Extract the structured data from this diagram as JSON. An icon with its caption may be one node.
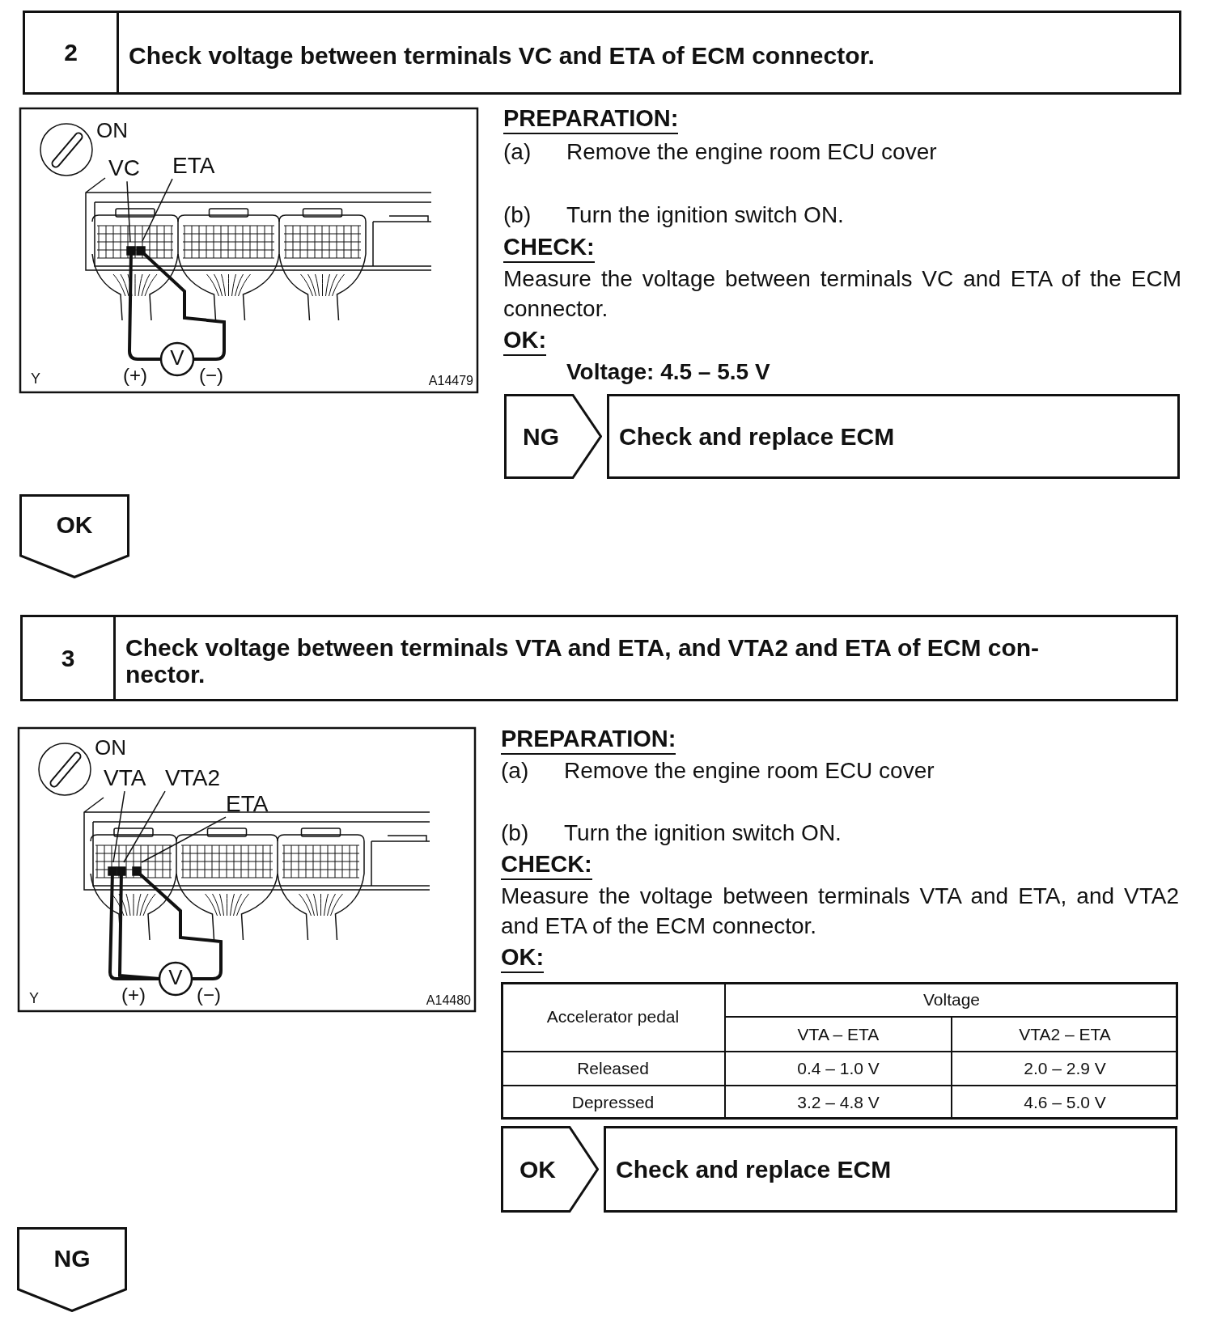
{
  "diagram": {
    "nodes": [
      {
        "text": [
          "2",
          "Check voltage between terminals VC and ETA of ECM connector."
        ]
      },
      {
        "text": [
          "VC"
        ]
      },
      {
        "text": [
          "ETA"
        ]
      },
      {
        "text": [
          "NG"
        ]
      },
      {
        "text": [
          "Check and replace ECM"
        ]
      },
      {
        "text": [
          "OK"
        ]
      },
      {
        "text": [
          "3",
          "Check voltage between terminals VTA and ETA, and VTA2 and ETA of ECM con- nector."
        ]
      },
      {
        "text": [
          "VTA"
        ]
      },
      {
        "text": [
          "VTA2"
        ]
      },
      {
        "text": [
          "ETA"
        ]
      },
      {
        "text": [
          "OK"
        ]
      },
      {
        "text": [
          "Check and replace ECM"
        ]
      },
      {
        "text": [
          "NG"
        ]
      }
    ],
    "edges": [
      {
        "from": 1,
        "to": null,
        "arrow": "none"
      },
      {
        "from": 2,
        "to": null,
        "arrow": "none"
      },
      {
        "from": 7,
        "to": null,
        "arrow": "none"
      },
      {
        "from": 8,
        "to": null,
        "arrow": "none"
      },
      {
        "from": 9,
        "to": null,
        "arrow": "none"
      }
    ],
    "labels": [
      "ON",
      "(+)",
      "(−)",
      "V",
      "Y",
      "A14479",
      "PREPARATION:",
      "(a)",
      "Remove the engine room ECU cover",
      "(b)",
      "Turn the ignition switch ON.",
      "CHECK:",
      "Measure the voltage between terminals VC and ETA of the ECM connector.",
      "OK:",
      "Voltage: 4.5 – 5.5 V",
      "ON",
      "(+)",
      "(−)",
      "V",
      "Y",
      "A14480",
      "PREPARATION:",
      "(a)",
      "Remove the engine room ECU cover",
      "(b)",
      "Turn the ignition switch ON.",
      "CHECK:",
      "Measure the voltage between terminals VTA and ETA, and VTA2 and ETA of the ECM connector.",
      "OK:",
      "Accelerator pedal",
      "Voltage",
      "VTA – ETA",
      "VTA2 – ETA",
      "Released",
      "0.4 – 1.0 V",
      "2.0 – 2.9 V",
      "Depressed",
      "3.2 – 4.8 V",
      "4.6 – 5.0 V"
    ]
  }
}
